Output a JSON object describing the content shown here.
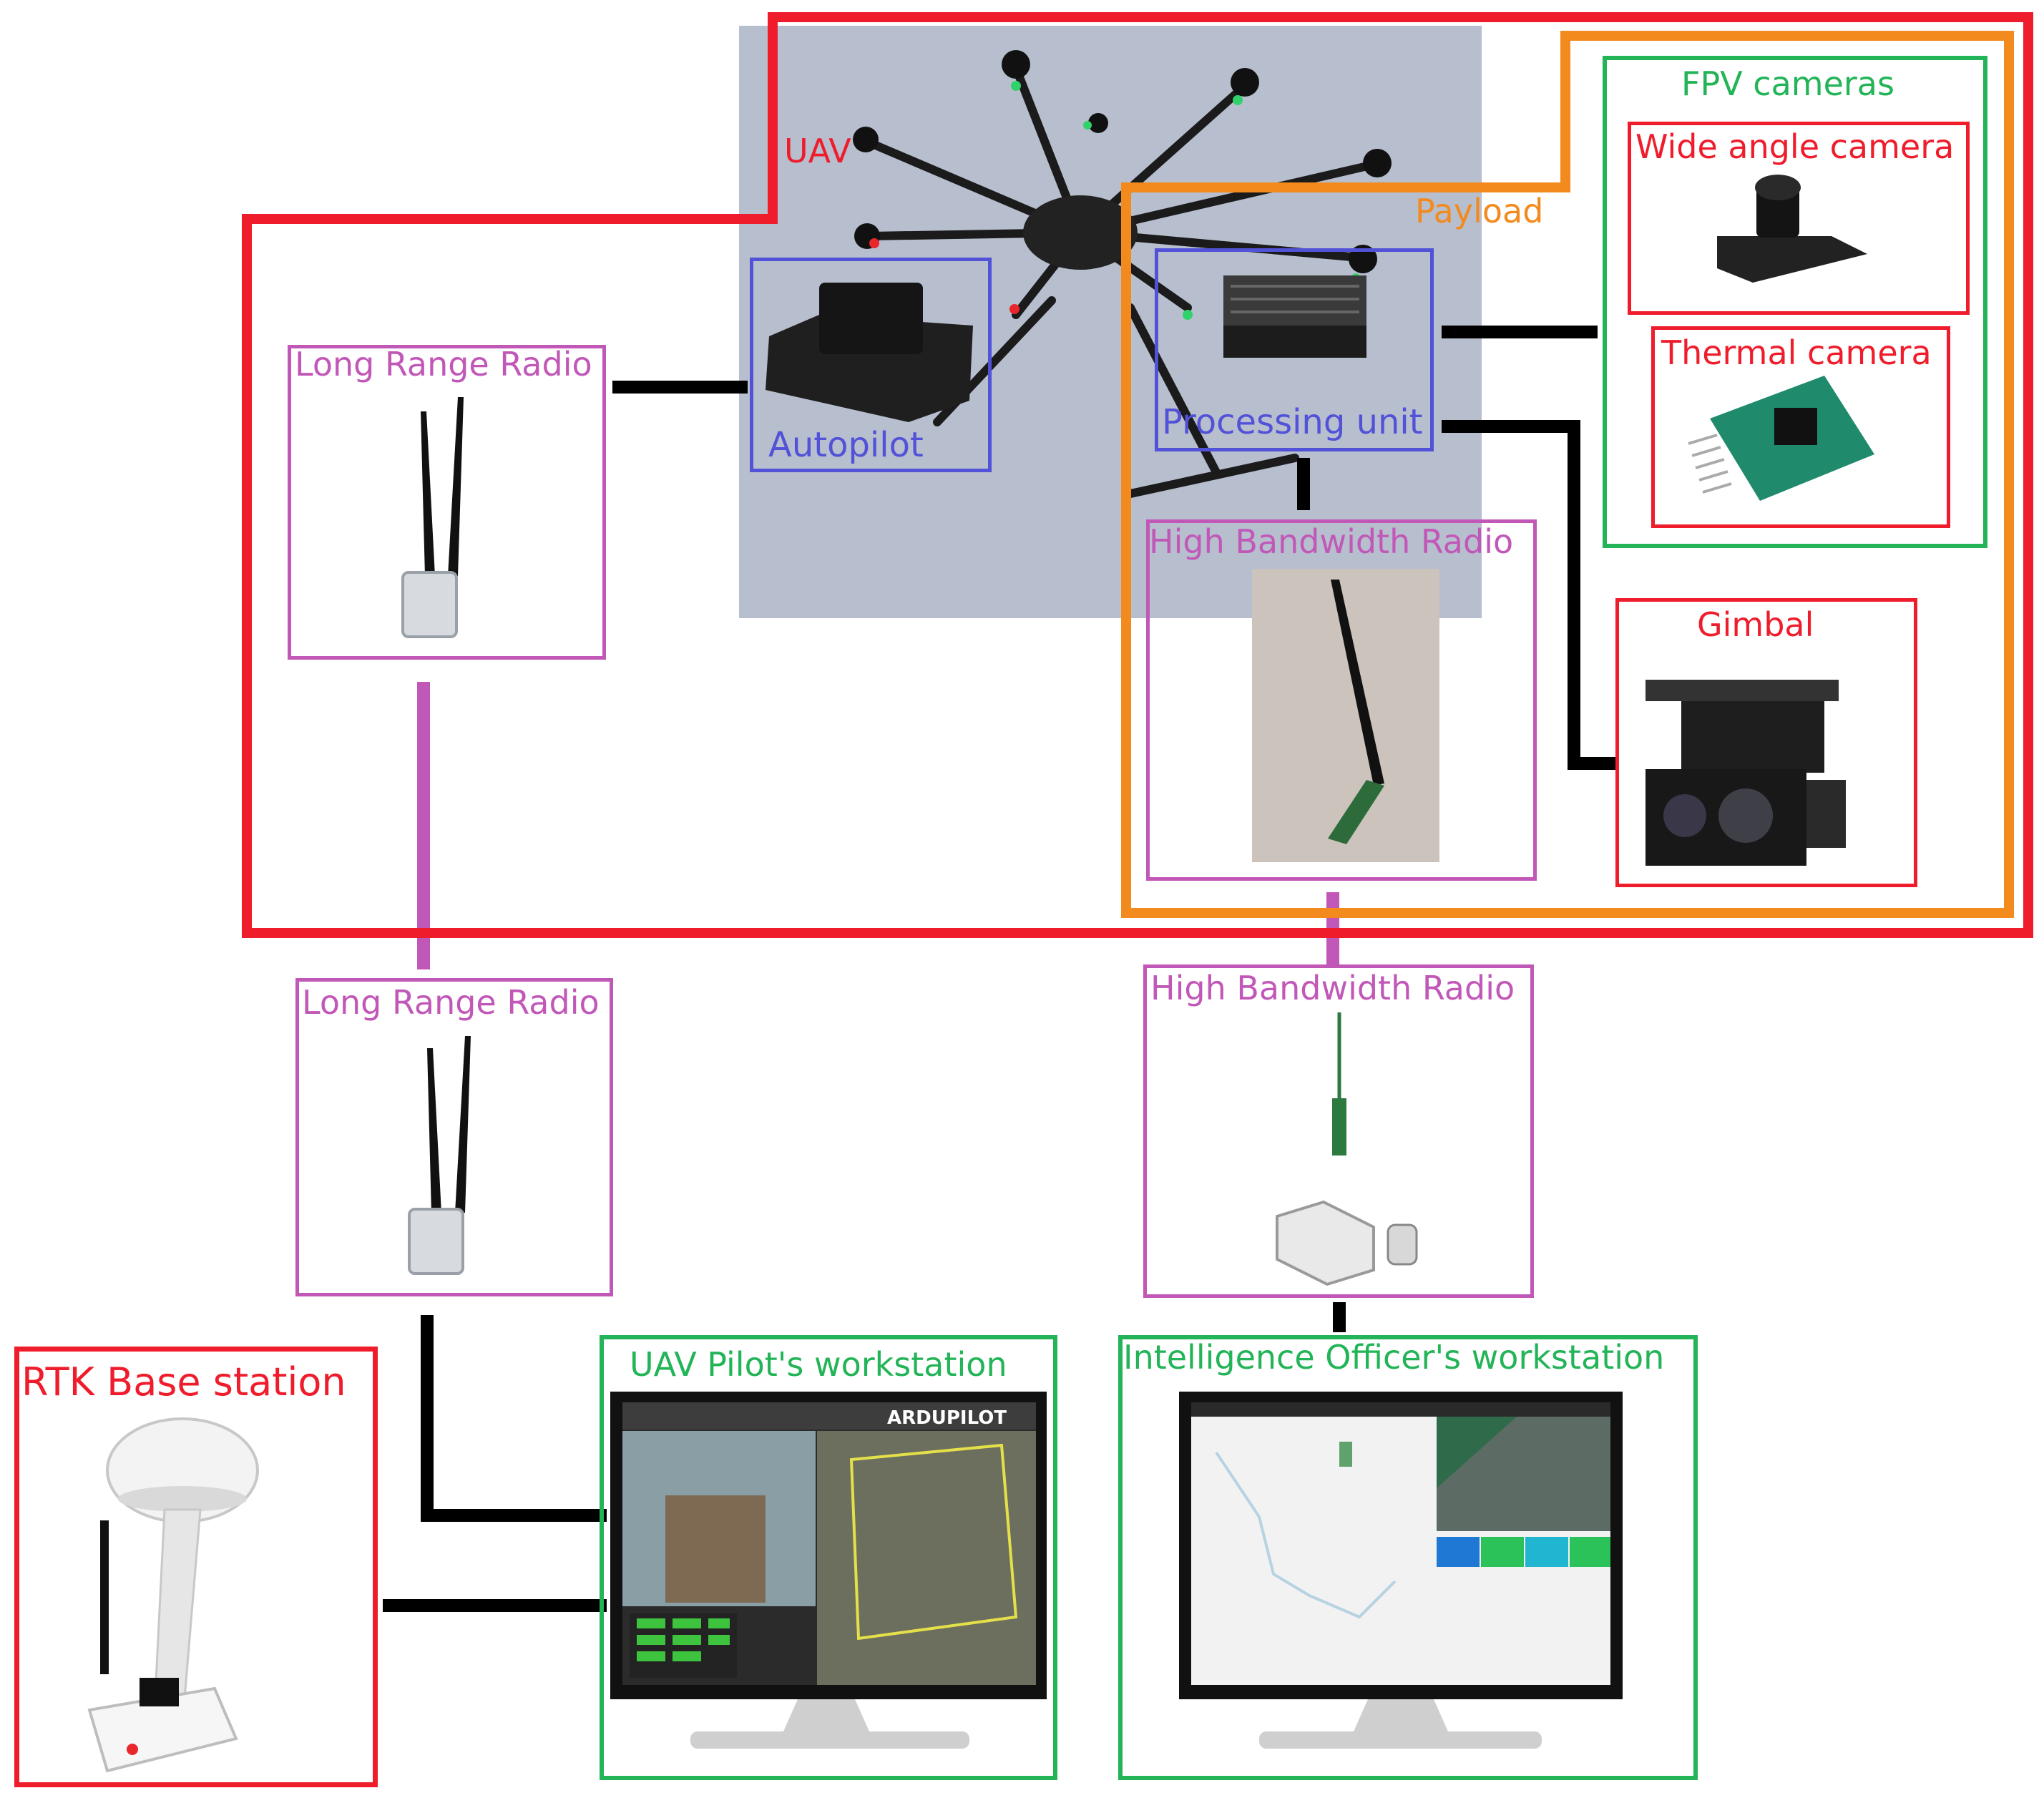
{
  "colors": {
    "uav": "#ef1c2c",
    "payload": "#f28a1e",
    "green": "#22b457",
    "radio": "#c158b8",
    "blue": "#5252d8",
    "wire": "#000000",
    "sky": "#aab3c5"
  },
  "labels": {
    "uav": "UAV",
    "payload": "Payload",
    "fpv_cameras": "FPV cameras",
    "wide_angle_camera": "Wide angle camera",
    "thermal_camera": "Thermal camera",
    "gimbal": "Gimbal",
    "autopilot": "Autopilot",
    "processing_unit": "Processing unit",
    "long_range_radio_air": "Long Range Radio",
    "high_bandwidth_radio_air": "High Bandwidth Radio",
    "long_range_radio_ground": "Long Range Radio",
    "high_bandwidth_radio_ground": "High Bandwidth Radio",
    "rtk_base_station": "RTK Base station",
    "uav_pilot_workstation": "UAV Pilot's workstation",
    "intelligence_officer_workstation": "Intelligence Officer's workstation",
    "monitor_brand": "ARDUPILOT"
  },
  "icons": [
    "hexacopter-image",
    "autopilot-module-image",
    "processing-unit-image",
    "antenna-icon",
    "wide-angle-camera-image",
    "thermal-camera-image",
    "gimbal-camera-image",
    "gnss-base-station-image",
    "monitor-image"
  ]
}
